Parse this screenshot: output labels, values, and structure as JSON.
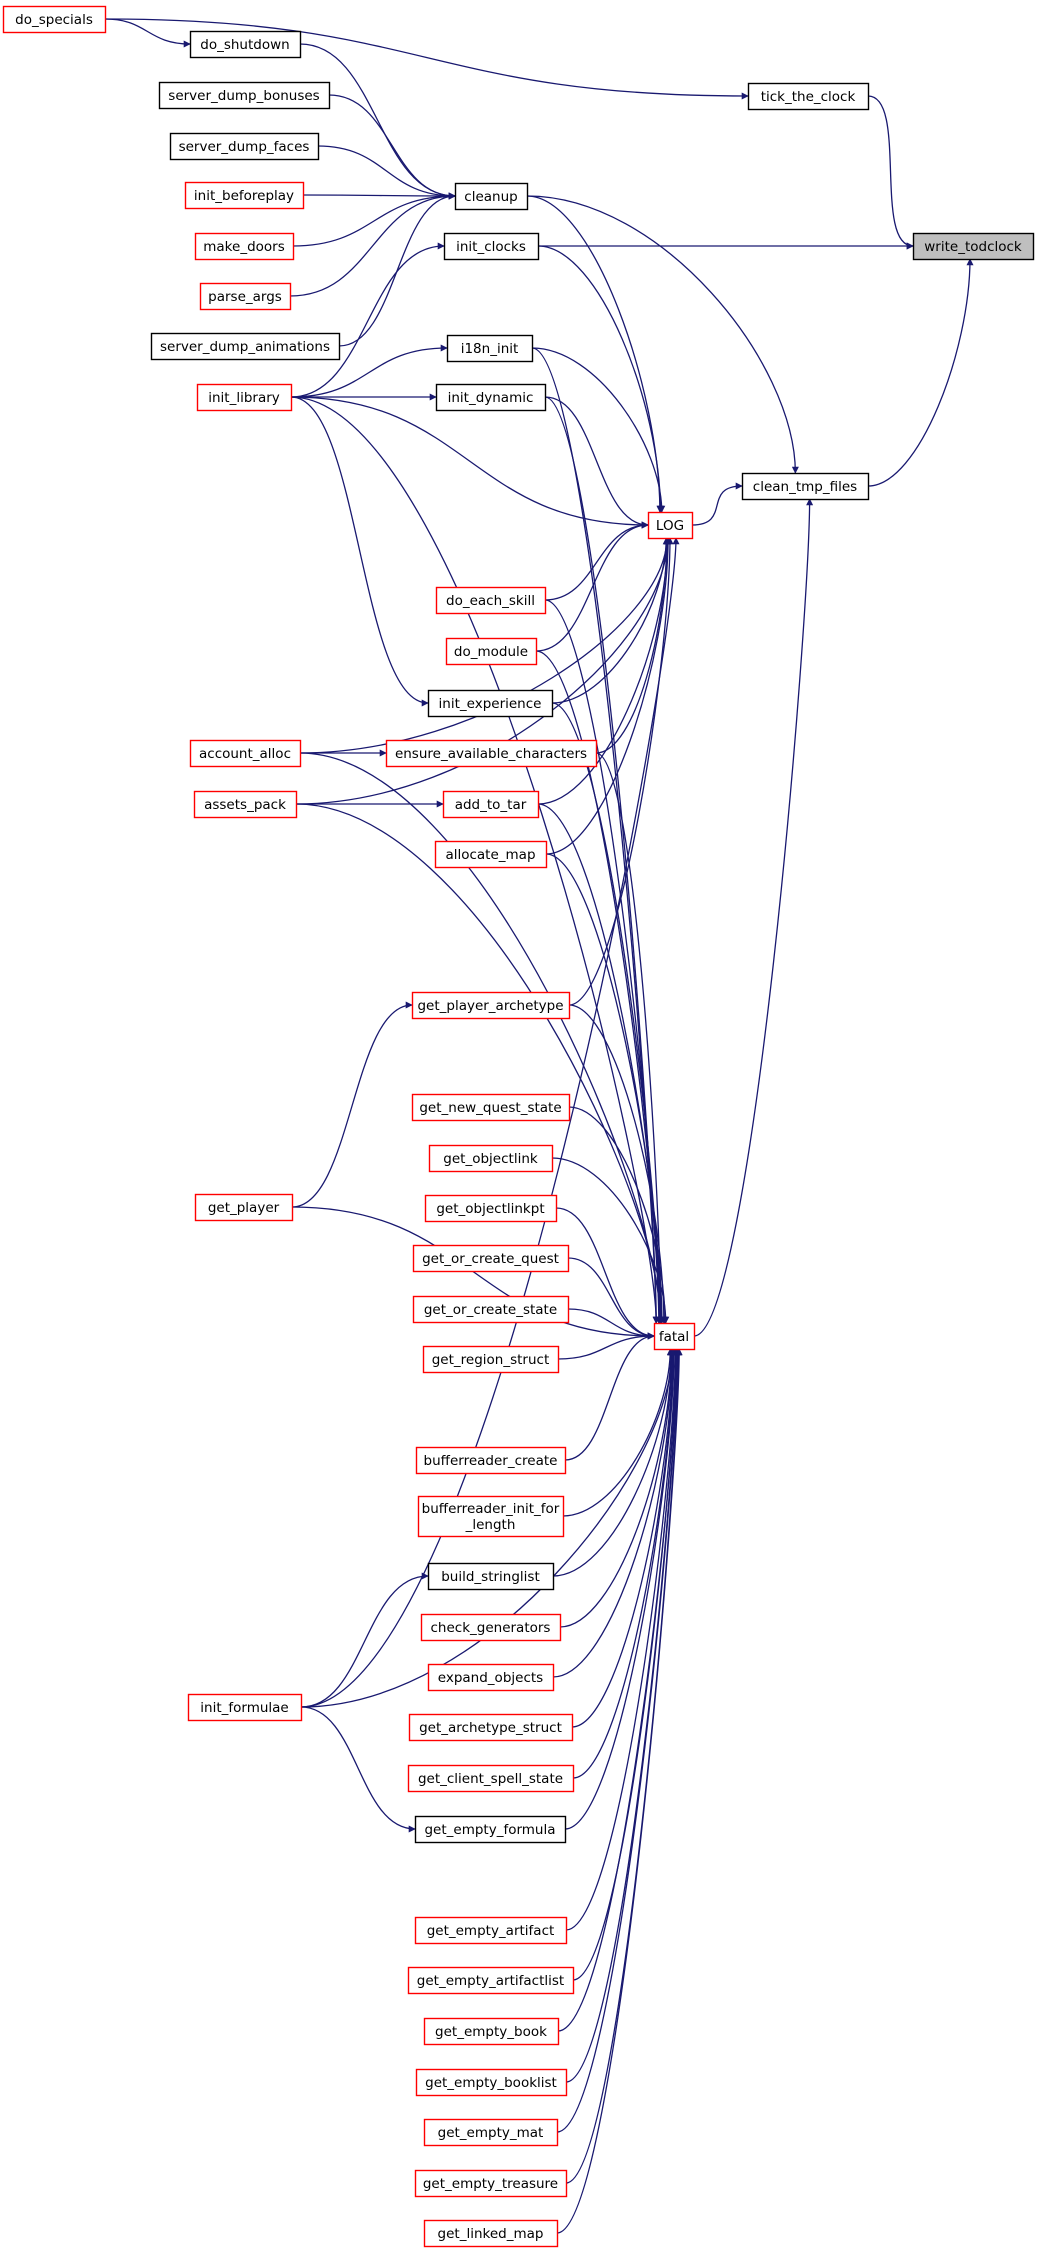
{
  "colors": {
    "edge": "#191970",
    "node_border_black": "#000000",
    "node_border_red": "#ff0000",
    "focus_fill": "#bfbfbf"
  },
  "nodes": [
    {
      "id": "write_todclock",
      "label": "write_todclock",
      "border": "black",
      "focus": true
    },
    {
      "id": "tick_the_clock",
      "label": "tick_the_clock",
      "border": "black"
    },
    {
      "id": "clean_tmp_files",
      "label": "clean_tmp_files",
      "border": "black"
    },
    {
      "id": "do_specials",
      "label": "do_specials",
      "border": "red"
    },
    {
      "id": "do_shutdown",
      "label": "do_shutdown",
      "border": "black"
    },
    {
      "id": "server_dump_bonuses",
      "label": "server_dump_bonuses",
      "border": "black"
    },
    {
      "id": "server_dump_faces",
      "label": "server_dump_faces",
      "border": "black"
    },
    {
      "id": "init_beforeplay",
      "label": "init_beforeplay",
      "border": "red"
    },
    {
      "id": "make_doors",
      "label": "make_doors",
      "border": "red"
    },
    {
      "id": "parse_args",
      "label": "parse_args",
      "border": "red"
    },
    {
      "id": "server_dump_animations",
      "label": "server_dump_animations",
      "border": "black"
    },
    {
      "id": "init_library",
      "label": "init_library",
      "border": "red"
    },
    {
      "id": "cleanup",
      "label": "cleanup",
      "border": "black"
    },
    {
      "id": "init_clocks",
      "label": "init_clocks",
      "border": "black"
    },
    {
      "id": "i18n_init",
      "label": "i18n_init",
      "border": "black"
    },
    {
      "id": "init_dynamic",
      "label": "init_dynamic",
      "border": "black"
    },
    {
      "id": "LOG",
      "label": "LOG",
      "border": "red"
    },
    {
      "id": "do_each_skill",
      "label": "do_each_skill",
      "border": "red"
    },
    {
      "id": "do_module",
      "label": "do_module",
      "border": "red"
    },
    {
      "id": "init_experience",
      "label": "init_experience",
      "border": "black"
    },
    {
      "id": "ensure_available_characters",
      "label": "ensure_available_characters",
      "border": "red"
    },
    {
      "id": "account_alloc",
      "label": "account_alloc",
      "border": "red"
    },
    {
      "id": "assets_pack",
      "label": "assets_pack",
      "border": "red"
    },
    {
      "id": "add_to_tar",
      "label": "add_to_tar",
      "border": "red"
    },
    {
      "id": "allocate_map",
      "label": "allocate_map",
      "border": "red"
    },
    {
      "id": "get_player_archetype",
      "label": "get_player_archetype",
      "border": "red"
    },
    {
      "id": "get_player",
      "label": "get_player",
      "border": "red"
    },
    {
      "id": "get_new_quest_state",
      "label": "get_new_quest_state",
      "border": "red"
    },
    {
      "id": "get_objectlink",
      "label": "get_objectlink",
      "border": "red"
    },
    {
      "id": "get_objectlinkpt",
      "label": "get_objectlinkpt",
      "border": "red"
    },
    {
      "id": "get_or_create_quest",
      "label": "get_or_create_quest",
      "border": "red"
    },
    {
      "id": "get_or_create_state",
      "label": "get_or_create_state",
      "border": "red"
    },
    {
      "id": "get_region_struct",
      "label": "get_region_struct",
      "border": "red"
    },
    {
      "id": "fatal",
      "label": "fatal",
      "border": "red"
    },
    {
      "id": "bufferreader_create",
      "label": "bufferreader_create",
      "border": "red"
    },
    {
      "id": "bufferreader_init_for_length",
      "label": "bufferreader_init_for\n_length",
      "border": "red"
    },
    {
      "id": "build_stringlist",
      "label": "build_stringlist",
      "border": "black"
    },
    {
      "id": "check_generators",
      "label": "check_generators",
      "border": "red"
    },
    {
      "id": "expand_objects",
      "label": "expand_objects",
      "border": "red"
    },
    {
      "id": "get_archetype_struct",
      "label": "get_archetype_struct",
      "border": "red"
    },
    {
      "id": "get_client_spell_state",
      "label": "get_client_spell_state",
      "border": "red"
    },
    {
      "id": "init_formulae",
      "label": "init_formulae",
      "border": "red"
    },
    {
      "id": "get_empty_formula",
      "label": "get_empty_formula",
      "border": "black"
    },
    {
      "id": "get_empty_artifact",
      "label": "get_empty_artifact",
      "border": "red"
    },
    {
      "id": "get_empty_artifactlist",
      "label": "get_empty_artifactlist",
      "border": "red"
    },
    {
      "id": "get_empty_book",
      "label": "get_empty_book",
      "border": "red"
    },
    {
      "id": "get_empty_booklist",
      "label": "get_empty_booklist",
      "border": "red"
    },
    {
      "id": "get_empty_mat",
      "label": "get_empty_mat",
      "border": "red"
    },
    {
      "id": "get_empty_treasure",
      "label": "get_empty_treasure",
      "border": "red"
    },
    {
      "id": "get_linked_map",
      "label": "get_linked_map",
      "border": "red"
    }
  ],
  "edges": [
    [
      "tick_the_clock",
      "write_todclock"
    ],
    [
      "init_clocks",
      "write_todclock"
    ],
    [
      "clean_tmp_files",
      "write_todclock"
    ],
    [
      "do_specials",
      "tick_the_clock"
    ],
    [
      "do_specials",
      "do_shutdown"
    ],
    [
      "do_shutdown",
      "cleanup"
    ],
    [
      "server_dump_bonuses",
      "cleanup"
    ],
    [
      "server_dump_faces",
      "cleanup"
    ],
    [
      "init_beforeplay",
      "cleanup"
    ],
    [
      "make_doors",
      "cleanup"
    ],
    [
      "parse_args",
      "cleanup"
    ],
    [
      "server_dump_animations",
      "cleanup"
    ],
    [
      "cleanup",
      "clean_tmp_files"
    ],
    [
      "LOG",
      "clean_tmp_files"
    ],
    [
      "fatal",
      "clean_tmp_files"
    ],
    [
      "init_library",
      "init_clocks"
    ],
    [
      "init_library",
      "i18n_init"
    ],
    [
      "init_library",
      "init_dynamic"
    ],
    [
      "init_library",
      "init_experience"
    ],
    [
      "init_library",
      "LOG"
    ],
    [
      "init_library",
      "fatal"
    ],
    [
      "cleanup",
      "LOG"
    ],
    [
      "init_clocks",
      "LOG"
    ],
    [
      "i18n_init",
      "LOG"
    ],
    [
      "init_dynamic",
      "LOG"
    ],
    [
      "do_each_skill",
      "LOG"
    ],
    [
      "do_module",
      "LOG"
    ],
    [
      "init_experience",
      "LOG"
    ],
    [
      "ensure_available_characters",
      "LOG"
    ],
    [
      "add_to_tar",
      "LOG"
    ],
    [
      "allocate_map",
      "LOG"
    ],
    [
      "get_player_archetype",
      "LOG"
    ],
    [
      "account_alloc",
      "LOG"
    ],
    [
      "assets_pack",
      "LOG"
    ],
    [
      "init_formulae",
      "LOG"
    ],
    [
      "account_alloc",
      "ensure_available_characters"
    ],
    [
      "assets_pack",
      "add_to_tar"
    ],
    [
      "get_player",
      "get_player_archetype"
    ],
    [
      "init_formulae",
      "build_stringlist"
    ],
    [
      "init_formulae",
      "get_empty_formula"
    ],
    [
      "i18n_init",
      "fatal"
    ],
    [
      "init_dynamic",
      "fatal"
    ],
    [
      "do_each_skill",
      "fatal"
    ],
    [
      "do_module",
      "fatal"
    ],
    [
      "init_experience",
      "fatal"
    ],
    [
      "ensure_available_characters",
      "fatal"
    ],
    [
      "add_to_tar",
      "fatal"
    ],
    [
      "allocate_map",
      "fatal"
    ],
    [
      "get_player_archetype",
      "fatal"
    ],
    [
      "get_new_quest_state",
      "fatal"
    ],
    [
      "get_objectlink",
      "fatal"
    ],
    [
      "get_objectlinkpt",
      "fatal"
    ],
    [
      "get_or_create_quest",
      "fatal"
    ],
    [
      "get_or_create_state",
      "fatal"
    ],
    [
      "get_region_struct",
      "fatal"
    ],
    [
      "bufferreader_create",
      "fatal"
    ],
    [
      "bufferreader_init_for_length",
      "fatal"
    ],
    [
      "build_stringlist",
      "fatal"
    ],
    [
      "check_generators",
      "fatal"
    ],
    [
      "expand_objects",
      "fatal"
    ],
    [
      "get_archetype_struct",
      "fatal"
    ],
    [
      "get_client_spell_state",
      "fatal"
    ],
    [
      "get_empty_formula",
      "fatal"
    ],
    [
      "get_empty_artifact",
      "fatal"
    ],
    [
      "get_empty_artifactlist",
      "fatal"
    ],
    [
      "get_empty_book",
      "fatal"
    ],
    [
      "get_empty_booklist",
      "fatal"
    ],
    [
      "get_empty_mat",
      "fatal"
    ],
    [
      "get_empty_treasure",
      "fatal"
    ],
    [
      "get_linked_map",
      "fatal"
    ],
    [
      "account_alloc",
      "fatal"
    ],
    [
      "assets_pack",
      "fatal"
    ],
    [
      "get_player",
      "fatal"
    ],
    [
      "init_formulae",
      "fatal"
    ]
  ]
}
